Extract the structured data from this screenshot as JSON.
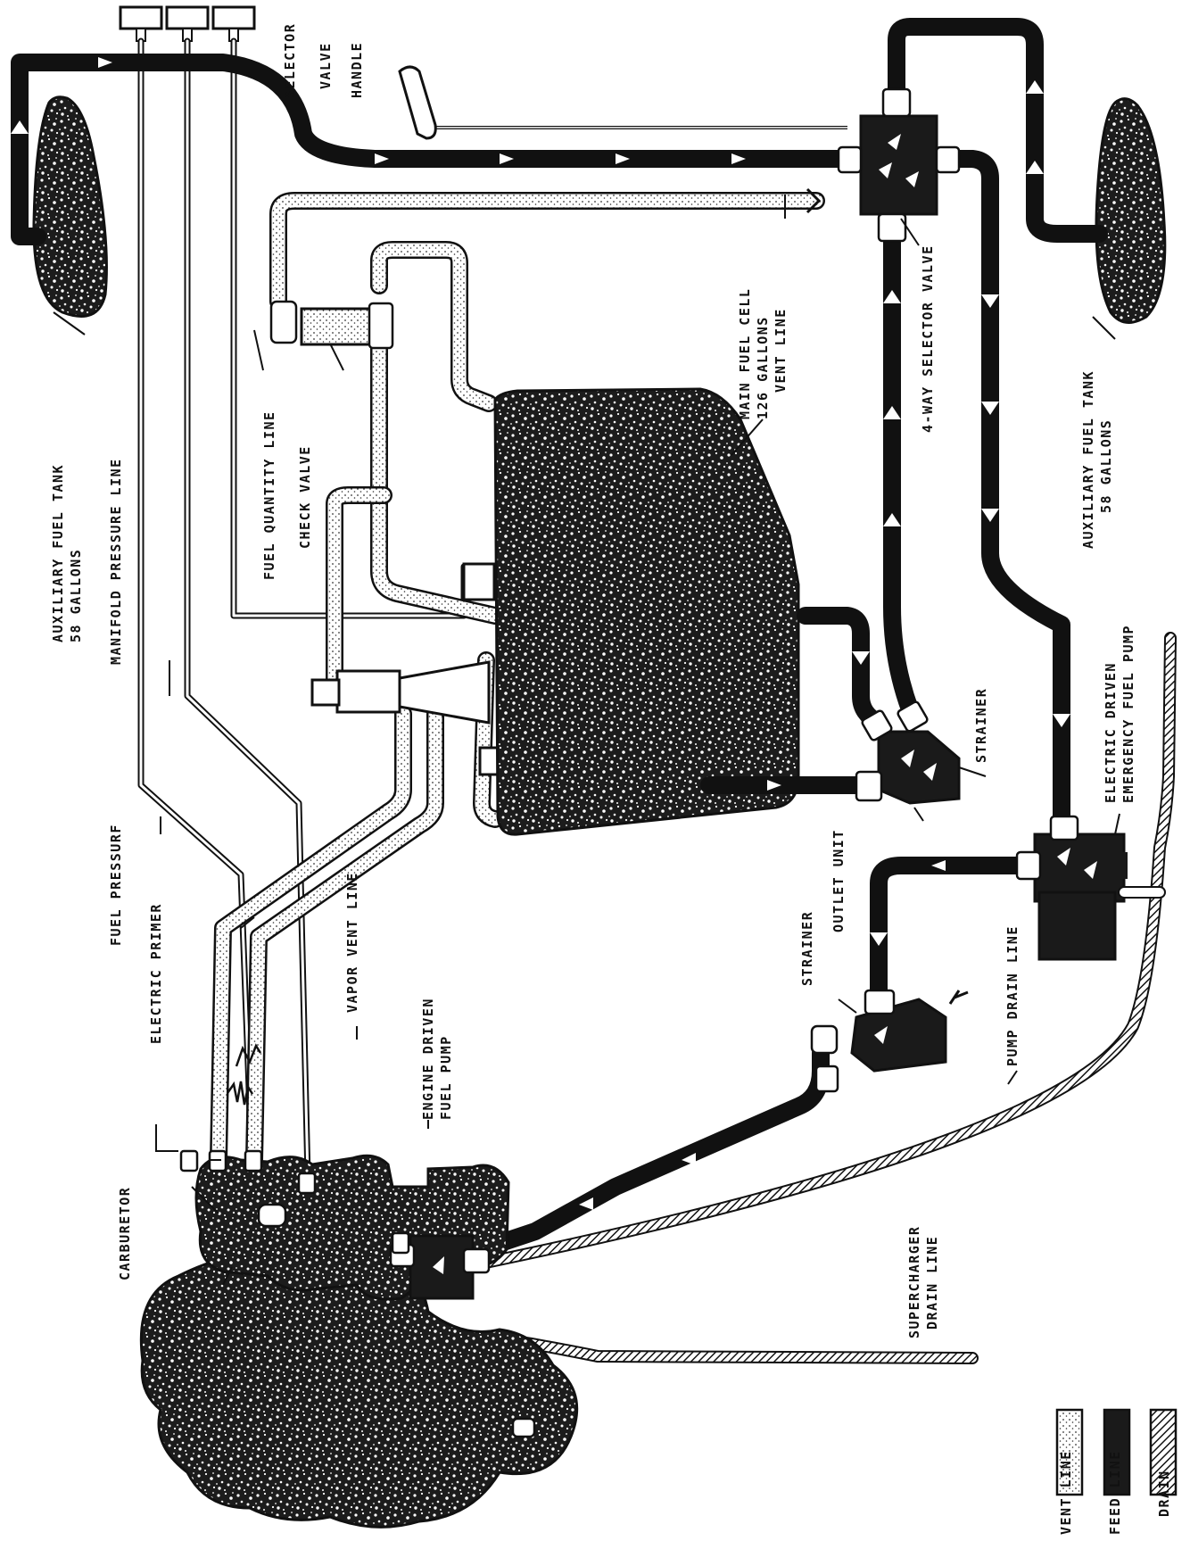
{
  "labels": {
    "aux_tank_left": [
      "AUXILIARY FUEL TANK",
      "58 GALLONS"
    ],
    "manifold_pressure_line": "MANIFOLD PRESSURE LINE",
    "fuel_quantity_line": "FUEL QUANTITY LINE",
    "check_valve": "CHECK VALVE",
    "selector_valve_handle": [
      "SELECTOR",
      "VALVE",
      "HANDLE"
    ],
    "main_fuel_cell": [
      "MAIN FUEL CELL",
      "126 GALLONS"
    ],
    "vent_line": "VENT LINE",
    "four_way_selector_valve": "4-WAY SELECTOR VALVE",
    "aux_tank_right": [
      "AUXILIARY FUEL TANK",
      "58 GALLONS"
    ],
    "electric_emergency_pump": [
      "ELECTRIC DRIVEN",
      "EMERGENCY FUEL PUMP"
    ],
    "strainer_right": "STRAINER",
    "outlet_unit": "OUTLET UNIT",
    "pump_drain_line": "PUMP DRAIN LINE",
    "strainer_left": "STRAINER",
    "fuel_pressure": "FUEL PRESSURF",
    "electric_primer": "ELECTRIC PRIMER",
    "vapor_vent_line": "VAPOR VENT LINE",
    "engine_driven_pump": [
      "ENGINE DRIVEN",
      "FUEL PUMP"
    ],
    "carburetor": "CARBURETOR",
    "supercharger_drain_line": [
      "SUPERCHARGER",
      "DRAIN LINE"
    ]
  },
  "legend": {
    "vent": "VENT LINE",
    "feed": "FEED LINE",
    "drain": "DRAIN"
  }
}
